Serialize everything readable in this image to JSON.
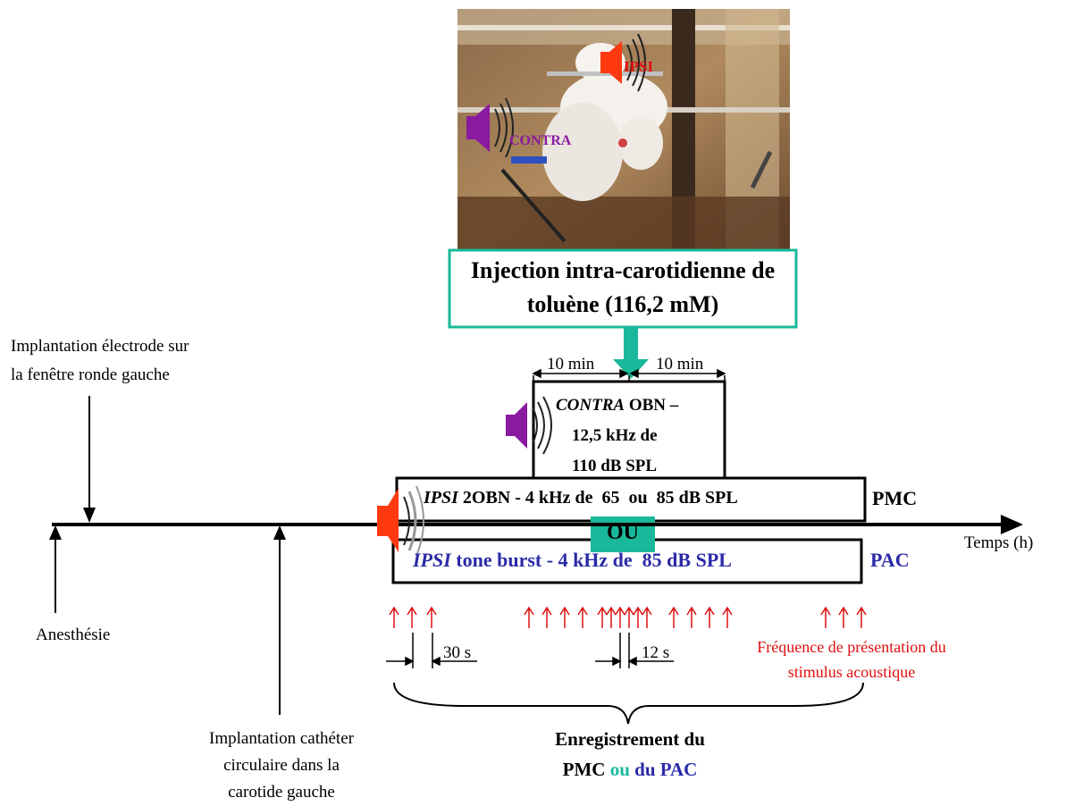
{
  "photo": {
    "ipsi_label": "IPSI",
    "contra_label": "CONTRA"
  },
  "injection": {
    "line1": "Injection intra-carotidienne de",
    "line2": "toluène (116,2 mM)"
  },
  "durations": {
    "before": "10 min",
    "after": "10 min"
  },
  "contra_box": {
    "italic": "CONTRA",
    "line1_rest": " OBN –",
    "line2": "12,5 kHz de",
    "line3": "110 dB SPL"
  },
  "pmc_box": {
    "italic": "IPSI",
    "rest": " 2OBN - 4 kHz de  65  ou  85 dB SPL",
    "tag": "PMC"
  },
  "ou_label": "OU",
  "pac_box": {
    "italic": "IPSI",
    "rest": " tone burst - 4 kHz de  85 dB SPL",
    "tag": "PAC"
  },
  "axis_label": "Temps (h)",
  "events": {
    "implantation_electrode_l1": "Implantation électrode sur",
    "implantation_electrode_l2": "la fenêtre ronde gauche",
    "anesthesie": "Anesthésie",
    "catheter_l1": "Implantation cathéter",
    "catheter_l2": "circulaire dans la",
    "catheter_l3": "carotide gauche"
  },
  "intervals": {
    "long": "30 s",
    "short": "12 s"
  },
  "frequency_note": {
    "line1": "Fréquence de présentation du",
    "line2": "stimulus acoustique"
  },
  "recording": {
    "line1": "Enregistrement du",
    "pmc": "PMC",
    "ou": "ou",
    "pac": "du PAC"
  },
  "colors": {
    "teal": "#1ab89a",
    "red": "#e01010",
    "blue": "#2a2aa8",
    "purple": "#8a1aa0",
    "photo_bg": "#a07a50"
  }
}
